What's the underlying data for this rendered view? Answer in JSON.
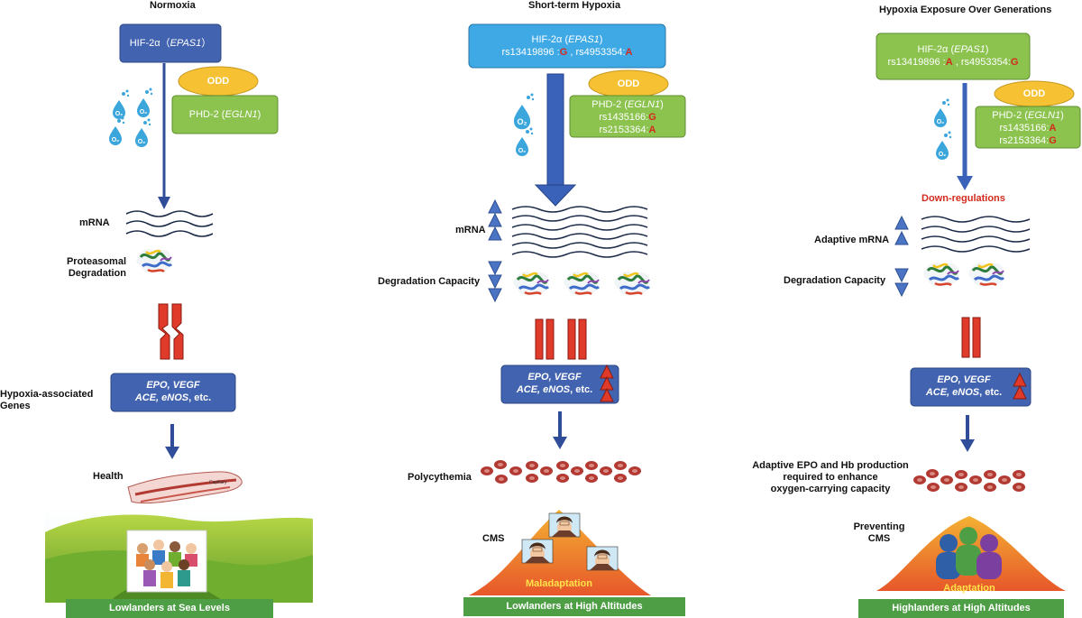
{
  "panels": [
    {
      "title": "Normoxia",
      "hif_box": {
        "line1_prefix": "HIF-2α（",
        "gene": "EPAS1",
        "line1_suffix": "）"
      },
      "odd": "ODD",
      "phd_box": {
        "prefix": "PHD-2 (",
        "gene": "EGLN1",
        "suffix": ")"
      },
      "mrna_label": "mRNA",
      "degradation_label": "Proteasomal\nDegradation",
      "genes_label": "Hypoxia-associated\nGenes",
      "genes_box": {
        "line1": "EPO, VEGF",
        "line2_italic": "ACE, eNOS",
        "line2_rest": ", etc."
      },
      "outcome_label": "Health",
      "footer": "Lowlanders at Sea Levels"
    },
    {
      "title": "Short-term Hypoxia",
      "hif_box": {
        "line1_prefix": "HIF-2α (",
        "gene": "EPAS1",
        "line1_suffix": ")",
        "snp1": "rs13419896 :",
        "snp1_allele": "G",
        "sep": " , ",
        "snp2": "rs4953354:",
        "snp2_allele": "A"
      },
      "odd": "ODD",
      "phd_box": {
        "prefix": "PHD-2 (",
        "gene": "EGLN1",
        "suffix": ")",
        "snp1": "rs1435166:",
        "snp1_allele": "G",
        "snp2": "rs2153364:",
        "snp2_allele": "A"
      },
      "mrna_label": "mRNA",
      "degradation_label": "Degradation Capacity",
      "genes_box": {
        "line1": "EPO, VEGF",
        "line2_italic": "ACE, eNOS",
        "line2_rest": ", etc."
      },
      "outcome_label": "Polycythemia",
      "condition_label": "CMS",
      "mountain_label": "Maladaptation",
      "footer": "Lowlanders at High Altitudes"
    },
    {
      "title": "Hypoxia Exposure Over Generations",
      "hif_box": {
        "line1_prefix": "HIF-2α (",
        "gene": "EPAS1",
        "line1_suffix": ")",
        "snp1": "rs13419896 :",
        "snp1_allele": "A",
        "sep": " , ",
        "snp2": "rs4953354:",
        "snp2_allele": "G"
      },
      "odd": "ODD",
      "phd_box": {
        "prefix": "PHD-2 (",
        "gene": "EGLN1",
        "suffix": ")",
        "snp1": "rs1435166:",
        "snp1_allele": "A",
        "snp2": "rs2153364:",
        "snp2_allele": "G"
      },
      "regulation_note": "Down-regulations",
      "mrna_label": "Adaptive mRNA",
      "degradation_label": "Degradation Capacity",
      "genes_box": {
        "line1": "EPO, VEGF",
        "line2_italic": "ACE, eNOS",
        "line2_rest": ", etc."
      },
      "outcome_label": "Adaptive EPO and Hb production\nrequired to enhance\noxygen-carrying capacity",
      "condition_label": "Preventing\nCMS",
      "mountain_label": "Adaptation",
      "footer": "Highlanders at High Altitudes"
    }
  ],
  "icons": {
    "oxygen": "oxygen-drop-icon",
    "protein": "protein-structure-icon",
    "rbc": "red-blood-cells-icon",
    "up": "up-arrow-icon",
    "down": "down-arrow-icon"
  },
  "colors": {
    "dark_blue_box": "#4263b0",
    "light_blue_box": "#3fa9e6",
    "green_box": "#8cc34f",
    "odd_yellow": "#f6c233",
    "red_bars": "#e03a2a",
    "footer_green": "#4e9e46",
    "allele_red": "#d42a1e"
  }
}
